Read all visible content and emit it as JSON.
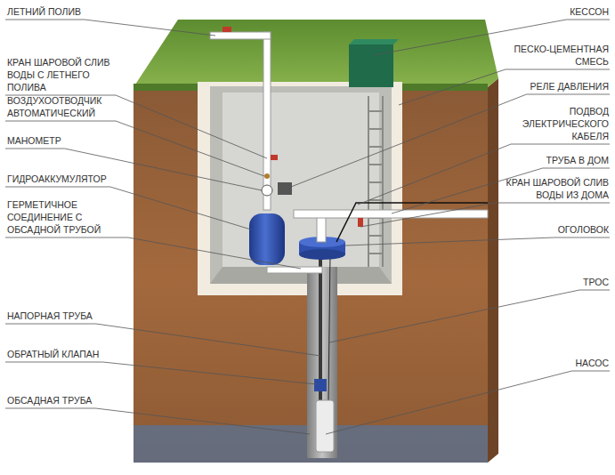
{
  "diagram": {
    "labels": [
      "ЛЕТНИЙ ПОЛИВ",
      "КРАН ШАРОВОЙ СЛИВ ВОДЫ С ЛЕТНЕГО ПОЛИВА",
      "ВОЗДУХООТВОДЧИК АВТОМАТИЧЕСКИЙ",
      "МАНОМЕТР",
      "ГИДРОАККУМУЛЯТОР",
      "ГЕРМЕТИЧНОЕ СОЕДИНЕНИЕ С ОБСАДНОЙ ТРУБОЙ",
      "НАПОРНАЯ ТРУБА",
      "ОБРАТНЫЙ КЛАПАН",
      "ОБСАДНАЯ ТРУБА",
      "КЕССОН",
      "ПЕСКО-ЦЕМЕНТНАЯ СМЕСЬ",
      "РЕЛЕ ДАВЛЕНИЯ",
      "ПОДВОД ЭЛЕКТРИЧЕСКОГО КАБЕЛЯ",
      "ТРУБА В ДОМ",
      "КРАН ШАРОВОЙ СЛИВ ВОДЫ ИЗ ДОМА",
      "ОГОЛОВОК",
      "ТРОС",
      "НАСОС"
    ]
  }
}
